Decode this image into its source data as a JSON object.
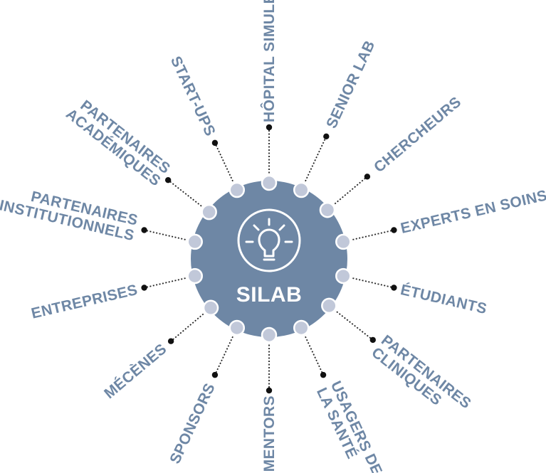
{
  "hub": {
    "title": "SILAB",
    "icon": "lightbulb-icon"
  },
  "colors": {
    "hub_fill": "#6e87a5",
    "node_fill": "#c1c8d9",
    "node_stroke": "#ffffff",
    "label": "#6e87a5",
    "connector": "#222222"
  },
  "partners": [
    {
      "id": "hopital-simule",
      "lines": [
        "HÔPITAL SIMULÉ"
      ]
    },
    {
      "id": "senior-lab",
      "lines": [
        "SENIOR LAB"
      ]
    },
    {
      "id": "chercheurs",
      "lines": [
        "CHERCHEURS"
      ]
    },
    {
      "id": "experts-en-soins",
      "lines": [
        "EXPERTS EN SOINS"
      ]
    },
    {
      "id": "etudiants",
      "lines": [
        "ÉTUDIANTS"
      ]
    },
    {
      "id": "partenaires-cliniques",
      "lines": [
        "PARTENAIRES",
        "CLINIQUES"
      ]
    },
    {
      "id": "usagers-de-la-sante",
      "lines": [
        "USAGERS DE",
        "LA SANTÉ"
      ]
    },
    {
      "id": "mentors",
      "lines": [
        "MENTORS"
      ]
    },
    {
      "id": "sponsors",
      "lines": [
        "SPONSORS"
      ]
    },
    {
      "id": "mecenes",
      "lines": [
        "MÉCÈNES"
      ]
    },
    {
      "id": "entreprises",
      "lines": [
        "ENTREPRISES"
      ]
    },
    {
      "id": "partenaires-institutionnels",
      "lines": [
        "PARTENAIRES",
        "INSTITUTIONNELS"
      ]
    },
    {
      "id": "partenaires-academiques",
      "lines": [
        "PARTENAIRES",
        "ACADÉMIQUES"
      ]
    },
    {
      "id": "start-ups",
      "lines": [
        "START-UPS"
      ]
    }
  ]
}
